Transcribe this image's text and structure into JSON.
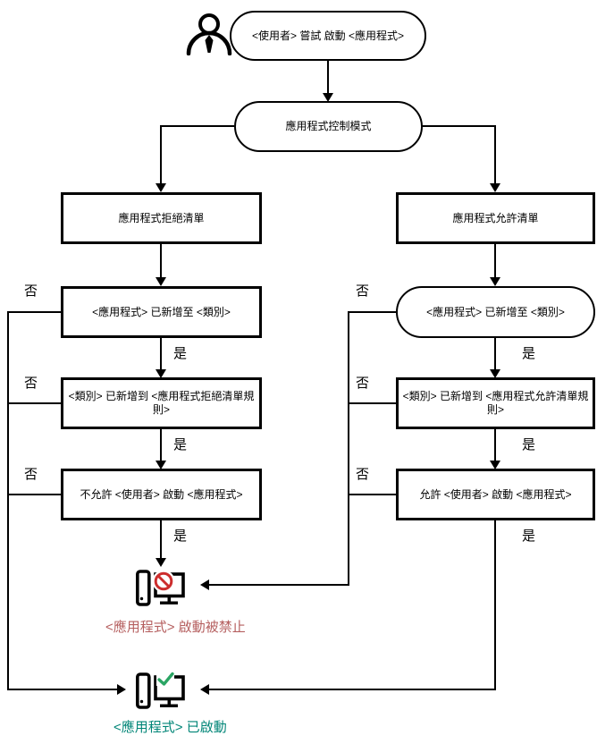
{
  "colors": {
    "line": "#000000",
    "prohibition_red": "#cc2d2d",
    "blocked_text": "#b55f5f",
    "check_green": "#2aa564",
    "started_text": "#008577"
  },
  "nodes": {
    "start": "<使用者> 嘗試 啟動 <應用程式>",
    "mode": "應用程式控制模式",
    "denylist": {
      "title": "應用程式拒絕清單",
      "check_category": "<應用程式> 已新增至 <類別>",
      "check_rule": "<類別> 已新增到 <應用程式拒絕清單規則>",
      "action": "不允許 <使用者> 啟動 <應用程式>"
    },
    "allowlist": {
      "title": "應用程式允許清單",
      "check_category": "<應用程式> 已新增至 <類別>",
      "check_rule": "<類別> 已新增到 <應用程式允許清單規則>",
      "action": "允許 <使用者> 啟動 <應用程式>"
    }
  },
  "labels": {
    "no": "否",
    "yes": "是"
  },
  "outcomes": {
    "blocked": "<應用程式> 啟動被禁止",
    "started": "<應用程式> 已啟動"
  },
  "icons": {
    "user": "user-icon",
    "blocked": "computer-blocked-icon",
    "started": "computer-check-icon"
  }
}
